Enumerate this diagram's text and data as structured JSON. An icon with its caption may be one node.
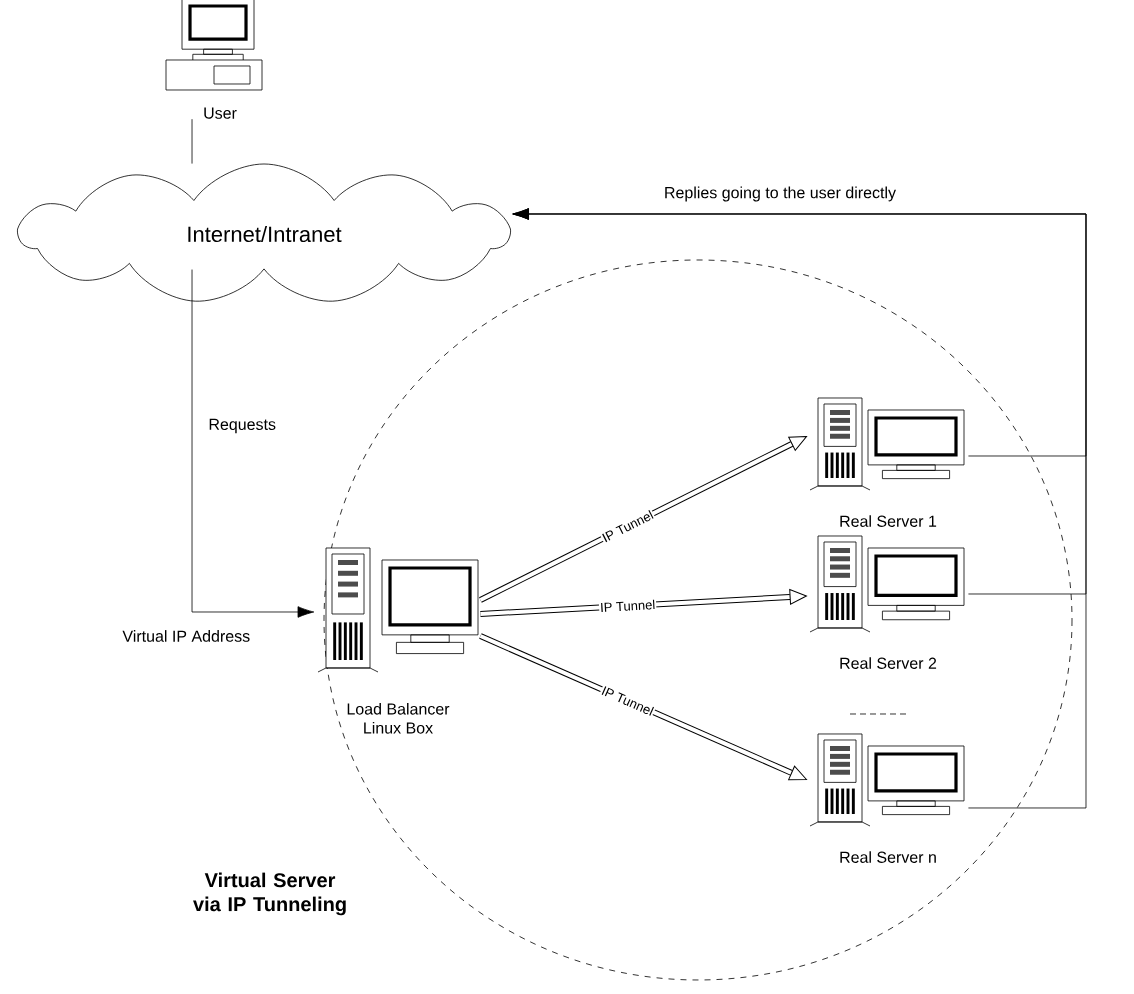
{
  "diagram": {
    "nodes": [
      {
        "text": [
          "User"
        ]
      },
      {
        "text": [
          "Internet/Intranet"
        ]
      },
      {
        "text": [
          "Load Balancer Linux Box"
        ]
      },
      {
        "text": [
          "Real Server 1"
        ]
      },
      {
        "text": [
          "Real Server 2"
        ]
      },
      {
        "text": [
          "Real Server n"
        ]
      }
    ],
    "edges": [
      {
        "from": 0,
        "to": 1,
        "arrow": "none"
      },
      {
        "from": 1,
        "to": 2,
        "arrow": "to",
        "label": "Requests"
      },
      {
        "from": 2,
        "to": 3,
        "arrow": "to",
        "label": "IP Tunnel",
        "style": "thick"
      },
      {
        "from": 2,
        "to": 4,
        "arrow": "to",
        "label": "IP Tunnel",
        "style": "thick"
      },
      {
        "from": 2,
        "to": 5,
        "arrow": "to",
        "label": "IP Tunnel",
        "style": "thick"
      },
      {
        "from": 3,
        "to": 1,
        "arrow": "to",
        "label": "Replies going to the user directly"
      },
      {
        "from": 4,
        "to": 1,
        "arrow": "to"
      },
      {
        "from": 5,
        "to": 1,
        "arrow": "to"
      }
    ],
    "labels": [
      "Virtual IP Address",
      "Virtual Server via IP Tunneling"
    ]
  }
}
